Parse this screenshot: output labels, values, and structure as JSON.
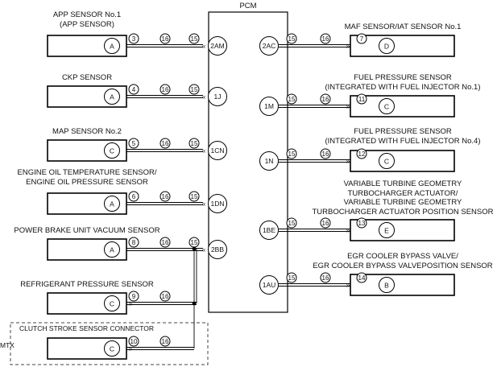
{
  "pcm": {
    "label": "PCM"
  },
  "mtx_label": "MTX",
  "clutch_group_label": "CLUTCH STROKE SENSOR CONNECTOR",
  "left_components": [
    {
      "id": "app",
      "title": [
        "APP SENSOR No.1",
        "(APP SENSOR)"
      ],
      "pin": "A",
      "n1": "3",
      "n2": "16",
      "n3": "15",
      "terminal": "2AM"
    },
    {
      "id": "ckp",
      "title": [
        "CKP SENSOR"
      ],
      "pin": "A",
      "n1": "4",
      "n2": "16",
      "n3": "15",
      "terminal": "1J"
    },
    {
      "id": "map",
      "title": [
        "MAP SENSOR No.2"
      ],
      "pin": "C",
      "n1": "5",
      "n2": "16",
      "n3": "15",
      "terminal": "1CN"
    },
    {
      "id": "oil",
      "title": [
        "ENGINE OIL TEMPERATURE SENSOR/",
        "ENGINE OIL PRESSURE SENSOR"
      ],
      "pin": "A",
      "n1": "6",
      "n2": "16",
      "n3": "15",
      "terminal": "1DN"
    },
    {
      "id": "brake",
      "title": [
        "POWER BRAKE UNIT VACUUM SENSOR"
      ],
      "pin": "A",
      "n1": "8",
      "n2": "16",
      "n3": "15",
      "terminal": "2BB"
    },
    {
      "id": "refrig",
      "title": [
        "REFRIGERANT PRESSURE SENSOR"
      ],
      "pin": "C",
      "n1": "9",
      "n2": "16"
    },
    {
      "id": "clutch",
      "title": [],
      "pin": "C",
      "n1": "10",
      "n2": "16"
    }
  ],
  "right_components": [
    {
      "id": "maf",
      "title": [
        "MAF SENSOR/IAT SENSOR No.1"
      ],
      "pin": "D",
      "n1": "15",
      "n2": "16",
      "n3": "7",
      "terminal": "2AC"
    },
    {
      "id": "fps1",
      "title": [
        "FUEL PRESSURE SENSOR",
        "(INTEGRATED WITH FUEL INJECTOR No.1)"
      ],
      "pin": "C",
      "n1": "15",
      "n2": "16",
      "n3": "11",
      "terminal": "1M"
    },
    {
      "id": "fps4",
      "title": [
        "FUEL PRESSURE SENSOR",
        "(INTEGRATED WITH FUEL INJECTOR No.4)"
      ],
      "pin": "C",
      "n1": "15",
      "n2": "16",
      "n3": "12",
      "terminal": "1N"
    },
    {
      "id": "vgt",
      "title": [
        "VARIABLE TURBINE GEOMETRY",
        "TURBOCHARGER ACTUATOR/",
        "VARIABLE TURBINE GEOMETRY",
        "TURBOCHARGER ACTUATOR POSITION SENSOR"
      ],
      "pin": "E",
      "n1": "15",
      "n2": "16",
      "n3": "13",
      "terminal": "1BE"
    },
    {
      "id": "egr",
      "title": [
        "EGR COOLER BYPASS VALVE/",
        "EGR COOLER BYPASS VALVEPOSITION SENSOR"
      ],
      "pin": "B",
      "n1": "15",
      "n2": "16",
      "n3": "14",
      "terminal": "1AU"
    }
  ]
}
